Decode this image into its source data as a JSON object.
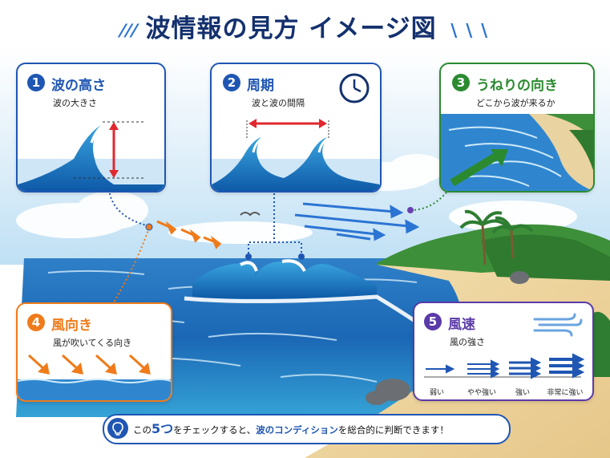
{
  "title": "波情報の見方 イメージ図",
  "items": [
    {
      "num": "1",
      "title": "波の高さ",
      "subtitle": "波の大きさ",
      "color": "#1f56b3"
    },
    {
      "num": "2",
      "title": "周期",
      "subtitle": "波と波の間隔",
      "color": "#1f56b3"
    },
    {
      "num": "3",
      "title": "うねりの向き",
      "subtitle": "どこから波が来るか",
      "color": "#2b8a30"
    },
    {
      "num": "4",
      "title": "風向き",
      "subtitle": "風が吹いてくる向き",
      "color": "#ef7b1a"
    },
    {
      "num": "5",
      "title": "風速",
      "subtitle": "風の強さ",
      "color": "#5a3aa8"
    }
  ],
  "wind_speed_levels": [
    "弱い",
    "やや強い",
    "強い",
    "非常に強い"
  ],
  "footer": {
    "pre": "この",
    "count": "5つ",
    "mid": "をチェックすると、",
    "emph": "波のコンディション",
    "post": "を総合的に判断できます！"
  },
  "icons": [
    "clock-icon",
    "lightbulb-icon",
    "wind-icon",
    "seagull-icon",
    "palm-tree-icon"
  ],
  "colors": {
    "navy": "#14316e",
    "blue": "#1f56b3",
    "green": "#2b8a30",
    "orange": "#ef7b1a",
    "purple": "#5a3aa8",
    "red": "#e0282f"
  }
}
